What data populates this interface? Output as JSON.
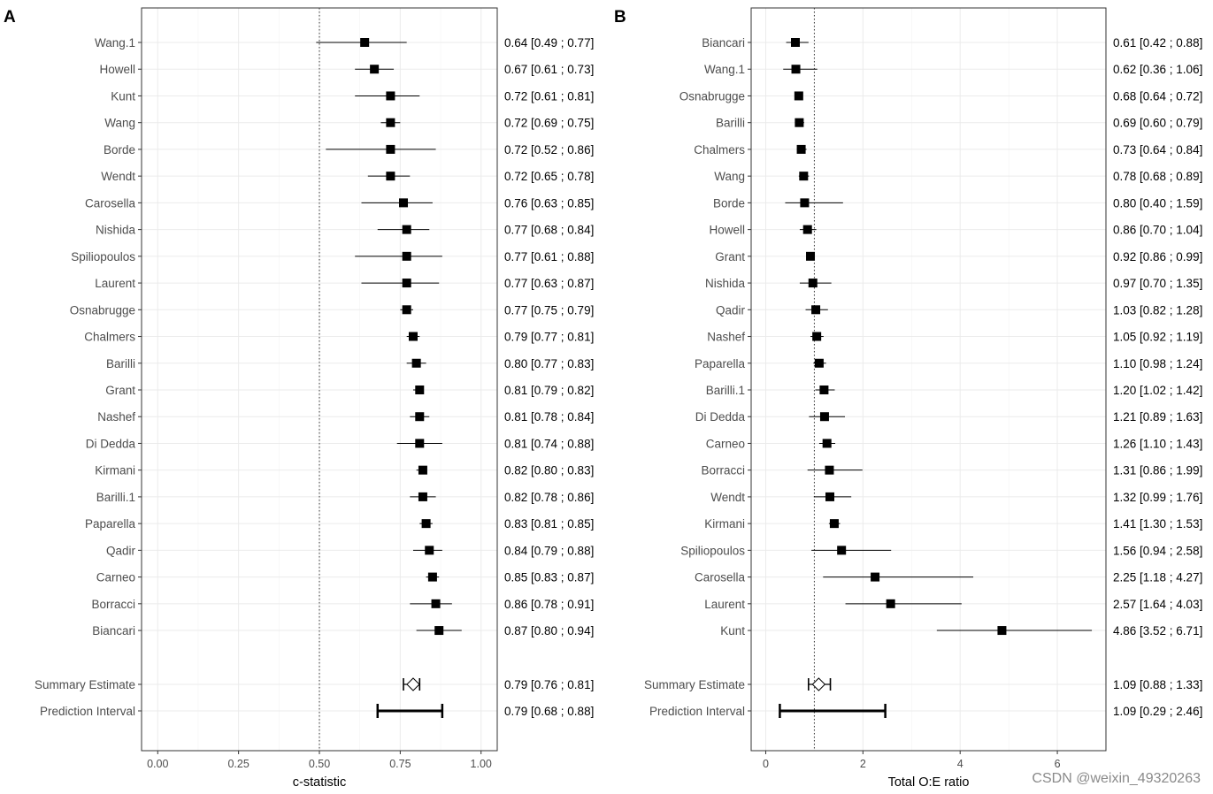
{
  "watermark": "CSDN @weixin_49320263",
  "chart_data": [
    {
      "type": "forest",
      "panel": "A",
      "xlabel": "c-statistic",
      "xlim": [
        -0.05,
        1.05
      ],
      "xticks": [
        0.0,
        0.25,
        0.5,
        0.75,
        1.0
      ],
      "xtick_labels": [
        "0.00",
        "0.25",
        "0.50",
        "0.75",
        "1.00"
      ],
      "reference_line": 0.5,
      "grid": true,
      "studies": [
        {
          "name": "Wang.1",
          "est": 0.64,
          "lo": 0.49,
          "hi": 0.77,
          "label": "0.64 [0.49 ; 0.77]"
        },
        {
          "name": "Howell",
          "est": 0.67,
          "lo": 0.61,
          "hi": 0.73,
          "label": "0.67 [0.61 ; 0.73]"
        },
        {
          "name": "Kunt",
          "est": 0.72,
          "lo": 0.61,
          "hi": 0.81,
          "label": "0.72 [0.61 ; 0.81]"
        },
        {
          "name": "Wang",
          "est": 0.72,
          "lo": 0.69,
          "hi": 0.75,
          "label": "0.72 [0.69 ; 0.75]"
        },
        {
          "name": "Borde",
          "est": 0.72,
          "lo": 0.52,
          "hi": 0.86,
          "label": "0.72 [0.52 ; 0.86]"
        },
        {
          "name": "Wendt",
          "est": 0.72,
          "lo": 0.65,
          "hi": 0.78,
          "label": "0.72 [0.65 ; 0.78]"
        },
        {
          "name": "Carosella",
          "est": 0.76,
          "lo": 0.63,
          "hi": 0.85,
          "label": "0.76 [0.63 ; 0.85]"
        },
        {
          "name": "Nishida",
          "est": 0.77,
          "lo": 0.68,
          "hi": 0.84,
          "label": "0.77 [0.68 ; 0.84]"
        },
        {
          "name": "Spiliopoulos",
          "est": 0.77,
          "lo": 0.61,
          "hi": 0.88,
          "label": "0.77 [0.61 ; 0.88]"
        },
        {
          "name": "Laurent",
          "est": 0.77,
          "lo": 0.63,
          "hi": 0.87,
          "label": "0.77 [0.63 ; 0.87]"
        },
        {
          "name": "Osnabrugge",
          "est": 0.77,
          "lo": 0.75,
          "hi": 0.79,
          "label": "0.77 [0.75 ; 0.79]"
        },
        {
          "name": "Chalmers",
          "est": 0.79,
          "lo": 0.77,
          "hi": 0.81,
          "label": "0.79 [0.77 ; 0.81]"
        },
        {
          "name": "Barilli",
          "est": 0.8,
          "lo": 0.77,
          "hi": 0.83,
          "label": "0.80 [0.77 ; 0.83]"
        },
        {
          "name": "Grant",
          "est": 0.81,
          "lo": 0.79,
          "hi": 0.82,
          "label": "0.81 [0.79 ; 0.82]"
        },
        {
          "name": "Nashef",
          "est": 0.81,
          "lo": 0.78,
          "hi": 0.84,
          "label": "0.81 [0.78 ; 0.84]"
        },
        {
          "name": "Di Dedda",
          "est": 0.81,
          "lo": 0.74,
          "hi": 0.88,
          "label": "0.81 [0.74 ; 0.88]"
        },
        {
          "name": "Kirmani",
          "est": 0.82,
          "lo": 0.8,
          "hi": 0.83,
          "label": "0.82 [0.80 ; 0.83]"
        },
        {
          "name": "Barilli.1",
          "est": 0.82,
          "lo": 0.78,
          "hi": 0.86,
          "label": "0.82 [0.78 ; 0.86]"
        },
        {
          "name": "Paparella",
          "est": 0.83,
          "lo": 0.81,
          "hi": 0.85,
          "label": "0.83 [0.81 ; 0.85]"
        },
        {
          "name": "Qadir",
          "est": 0.84,
          "lo": 0.79,
          "hi": 0.88,
          "label": "0.84 [0.79 ; 0.88]"
        },
        {
          "name": "Carneo",
          "est": 0.85,
          "lo": 0.83,
          "hi": 0.87,
          "label": "0.85 [0.83 ; 0.87]"
        },
        {
          "name": "Borracci",
          "est": 0.86,
          "lo": 0.78,
          "hi": 0.91,
          "label": "0.86 [0.78 ; 0.91]"
        },
        {
          "name": "Biancari",
          "est": 0.87,
          "lo": 0.8,
          "hi": 0.94,
          "label": "0.87 [0.80 ; 0.94]"
        }
      ],
      "summary": {
        "name": "Summary Estimate",
        "est": 0.79,
        "lo": 0.76,
        "hi": 0.81,
        "label": "0.79 [0.76 ; 0.81]"
      },
      "prediction": {
        "name": "Prediction Interval",
        "est": 0.79,
        "lo": 0.68,
        "hi": 0.88,
        "label": "0.79 [0.68 ; 0.88]"
      }
    },
    {
      "type": "forest",
      "panel": "B",
      "xlabel": "Total O:E ratio",
      "xlim": [
        -0.3,
        7.0
      ],
      "xticks": [
        0,
        2,
        4,
        6
      ],
      "xtick_labels": [
        "0",
        "2",
        "4",
        "6"
      ],
      "reference_line": 1,
      "grid": true,
      "studies": [
        {
          "name": "Biancari",
          "est": 0.61,
          "lo": 0.42,
          "hi": 0.88,
          "label": "0.61 [0.42 ; 0.88]"
        },
        {
          "name": "Wang.1",
          "est": 0.62,
          "lo": 0.36,
          "hi": 1.06,
          "label": "0.62 [0.36 ; 1.06]"
        },
        {
          "name": "Osnabrugge",
          "est": 0.68,
          "lo": 0.64,
          "hi": 0.72,
          "label": "0.68 [0.64 ; 0.72]"
        },
        {
          "name": "Barilli",
          "est": 0.69,
          "lo": 0.6,
          "hi": 0.79,
          "label": "0.69 [0.60 ; 0.79]"
        },
        {
          "name": "Chalmers",
          "est": 0.73,
          "lo": 0.64,
          "hi": 0.84,
          "label": "0.73 [0.64 ; 0.84]"
        },
        {
          "name": "Wang",
          "est": 0.78,
          "lo": 0.68,
          "hi": 0.89,
          "label": "0.78 [0.68 ; 0.89]"
        },
        {
          "name": "Borde",
          "est": 0.8,
          "lo": 0.4,
          "hi": 1.59,
          "label": "0.80 [0.40 ; 1.59]"
        },
        {
          "name": "Howell",
          "est": 0.86,
          "lo": 0.7,
          "hi": 1.04,
          "label": "0.86 [0.70 ; 1.04]"
        },
        {
          "name": "Grant",
          "est": 0.92,
          "lo": 0.86,
          "hi": 0.99,
          "label": "0.92 [0.86 ; 0.99]"
        },
        {
          "name": "Nishida",
          "est": 0.97,
          "lo": 0.7,
          "hi": 1.35,
          "label": "0.97 [0.70 ; 1.35]"
        },
        {
          "name": "Qadir",
          "est": 1.03,
          "lo": 0.82,
          "hi": 1.28,
          "label": "1.03 [0.82 ; 1.28]"
        },
        {
          "name": "Nashef",
          "est": 1.05,
          "lo": 0.92,
          "hi": 1.19,
          "label": "1.05 [0.92 ; 1.19]"
        },
        {
          "name": "Paparella",
          "est": 1.1,
          "lo": 0.98,
          "hi": 1.24,
          "label": "1.10 [0.98 ; 1.24]"
        },
        {
          "name": "Barilli.1",
          "est": 1.2,
          "lo": 1.02,
          "hi": 1.42,
          "label": "1.20 [1.02 ; 1.42]"
        },
        {
          "name": "Di Dedda",
          "est": 1.21,
          "lo": 0.89,
          "hi": 1.63,
          "label": "1.21 [0.89 ; 1.63]"
        },
        {
          "name": "Carneo",
          "est": 1.26,
          "lo": 1.1,
          "hi": 1.43,
          "label": "1.26 [1.10 ; 1.43]"
        },
        {
          "name": "Borracci",
          "est": 1.31,
          "lo": 0.86,
          "hi": 1.99,
          "label": "1.31 [0.86 ; 1.99]"
        },
        {
          "name": "Wendt",
          "est": 1.32,
          "lo": 0.99,
          "hi": 1.76,
          "label": "1.32 [0.99 ; 1.76]"
        },
        {
          "name": "Kirmani",
          "est": 1.41,
          "lo": 1.3,
          "hi": 1.53,
          "label": "1.41 [1.30 ; 1.53]"
        },
        {
          "name": "Spiliopoulos",
          "est": 1.56,
          "lo": 0.94,
          "hi": 2.58,
          "label": "1.56 [0.94 ; 2.58]"
        },
        {
          "name": "Carosella",
          "est": 2.25,
          "lo": 1.18,
          "hi": 4.27,
          "label": "2.25 [1.18 ; 4.27]"
        },
        {
          "name": "Laurent",
          "est": 2.57,
          "lo": 1.64,
          "hi": 4.03,
          "label": "2.57 [1.64 ; 4.03]"
        },
        {
          "name": "Kunt",
          "est": 4.86,
          "lo": 3.52,
          "hi": 6.71,
          "label": "4.86 [3.52 ; 6.71]"
        }
      ],
      "summary": {
        "name": "Summary Estimate",
        "est": 1.09,
        "lo": 0.88,
        "hi": 1.33,
        "label": "1.09 [0.88 ; 1.33]"
      },
      "prediction": {
        "name": "Prediction Interval",
        "est": 1.09,
        "lo": 0.29,
        "hi": 2.46,
        "label": "1.09 [0.29 ; 2.46]"
      }
    }
  ]
}
